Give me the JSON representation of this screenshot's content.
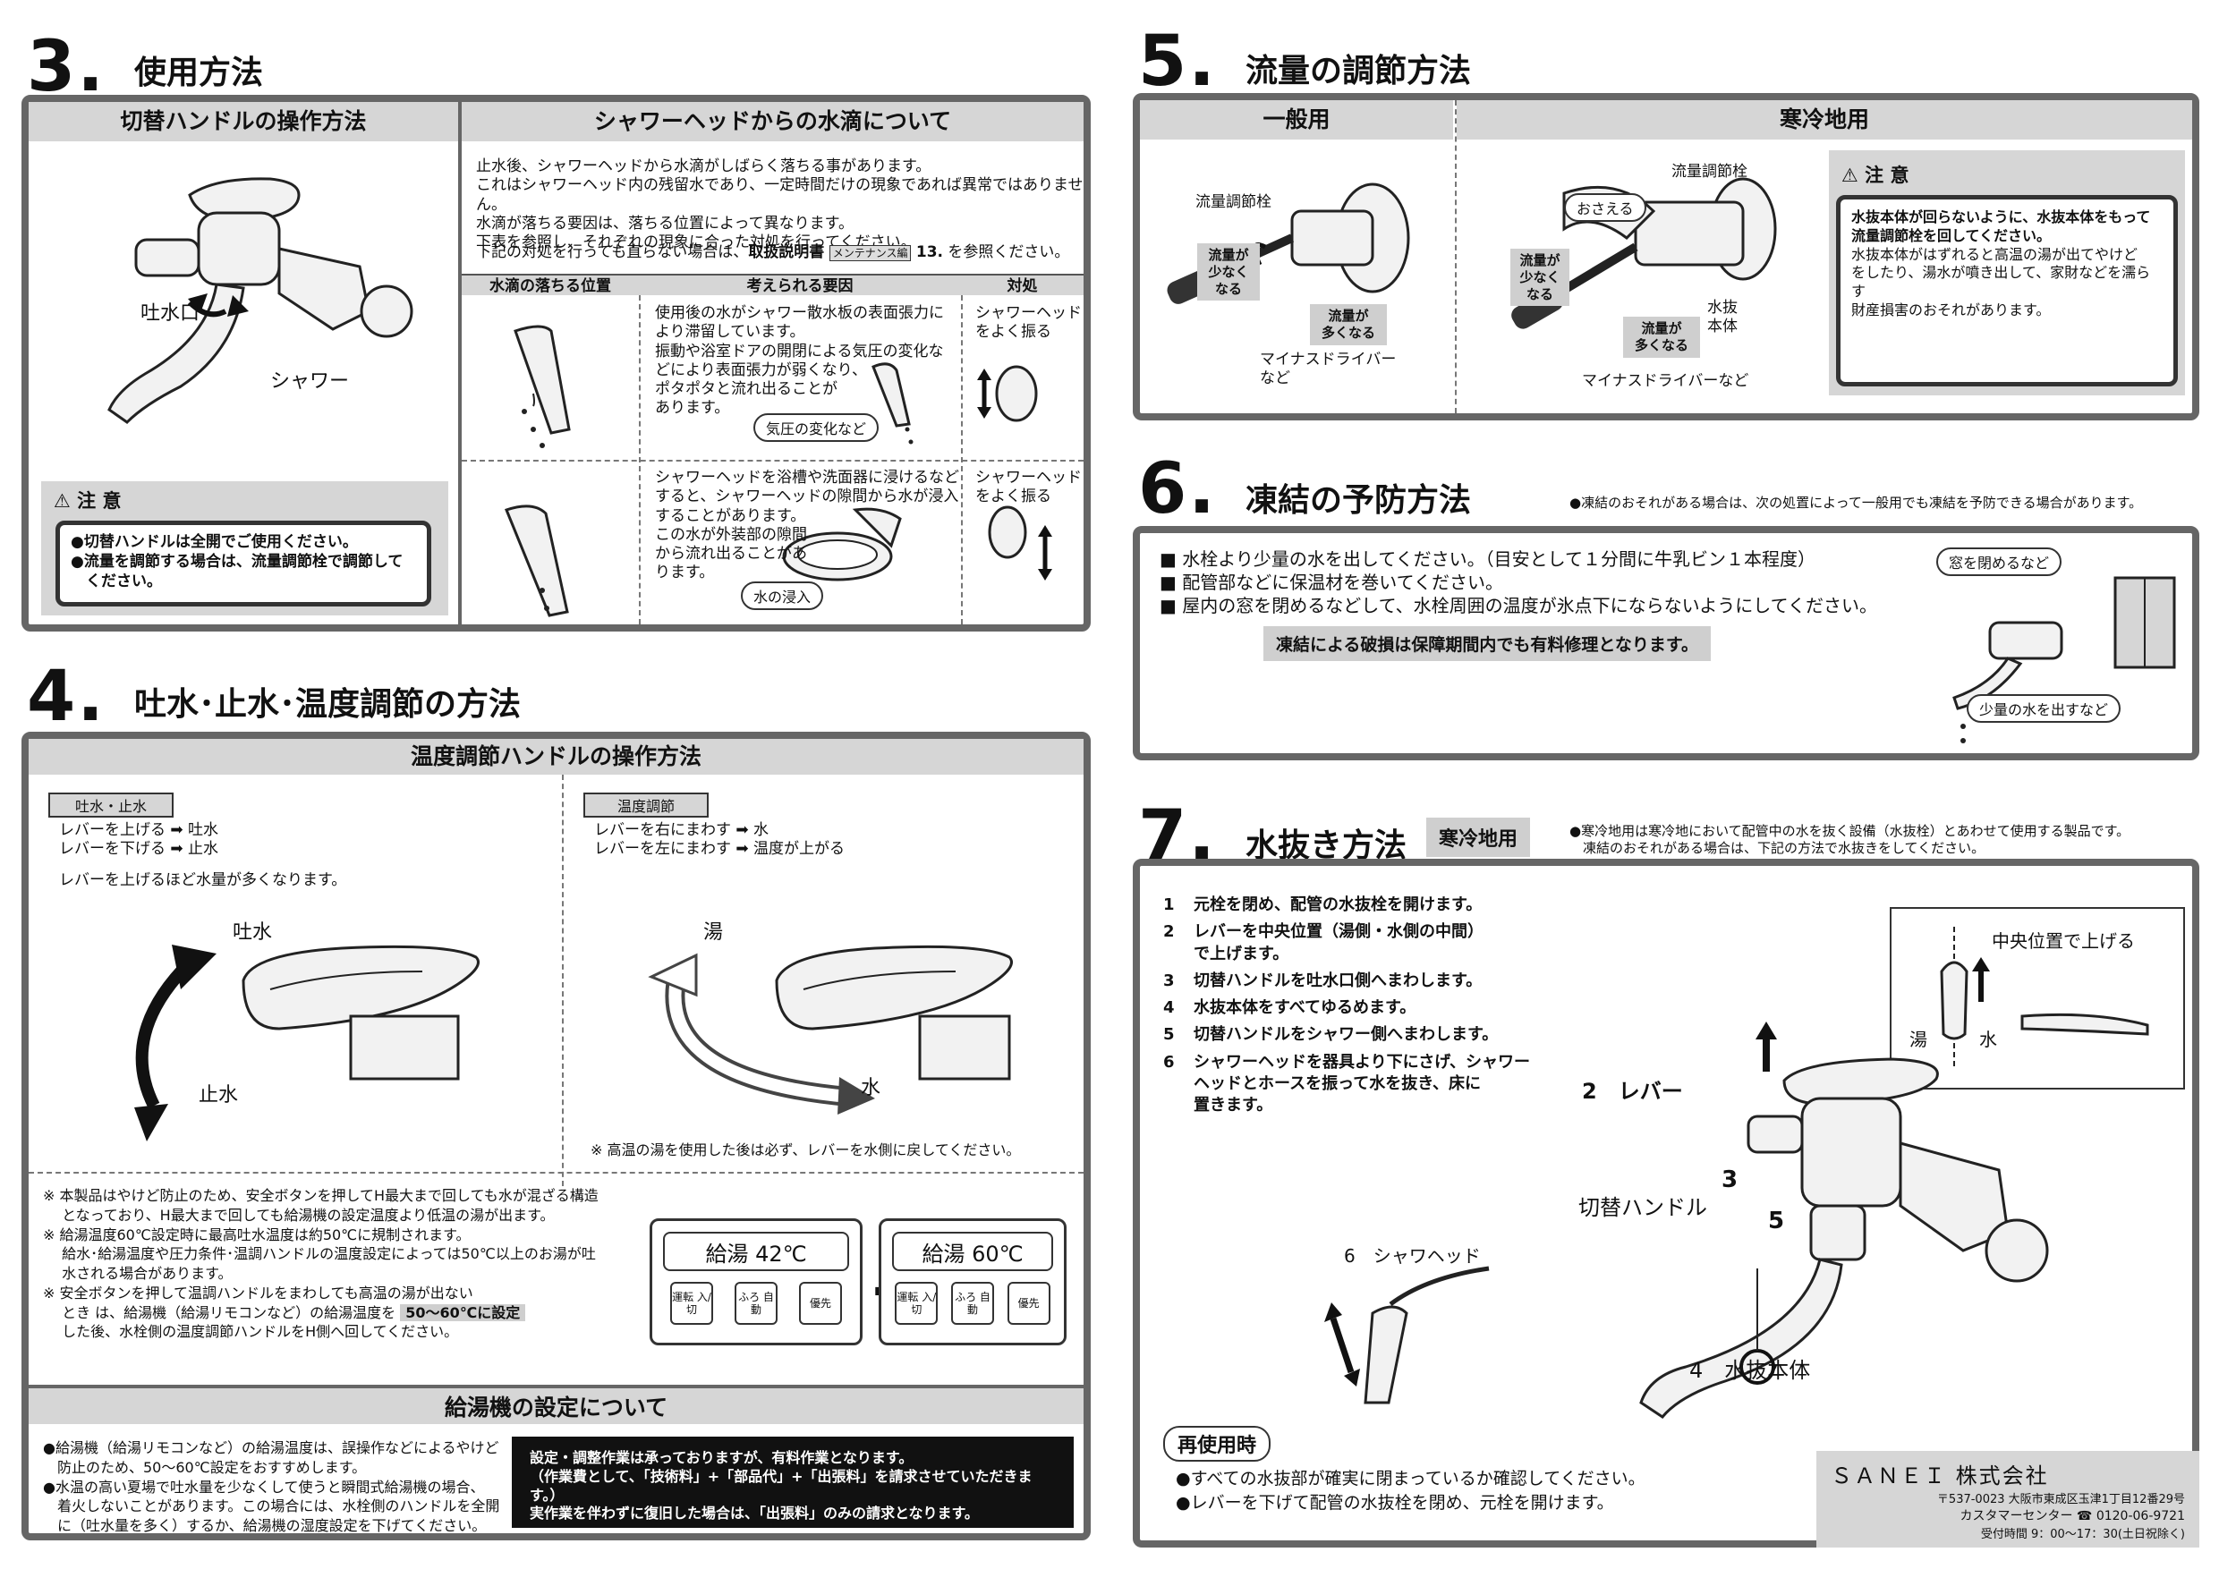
{
  "s3": {
    "num": "3.",
    "title": "使用方法",
    "left_hdr": "切替ハンドルの操作方法",
    "right_hdr": "シャワーヘッドからの水滴について",
    "label_spout": "吐水口",
    "label_shower": "シャワー",
    "caution_title": "注 意",
    "caution_lines": [
      "●切替ハンドルは全開でご使用ください。",
      "●流量を調節する場合は、流量調節栓で調節して",
      "　ください。"
    ],
    "intro": [
      "止水後、シャワーヘッドから水滴がしばらく落ちる事があります。",
      "これはシャワーヘッド内の残留水であり、一定時間だけの現象であれば異常ではありません。",
      "水滴が落ちる要因は、落ちる位置によって異なります。",
      "下表を参照し、それぞれの現象に合った対処を行ってください。"
    ],
    "ref_a": "下記の対処を行っても直らない場合は、",
    "ref_b": "取扱説明書",
    "ref_tag": "メンテナンス編",
    "ref_c": "13.",
    "ref_d": "を参照ください。",
    "col1": "水滴の落ちる位置",
    "col2": "考えられる要因",
    "col3": "対処",
    "row1_cause": [
      "使用後の水がシャワー散水板の表面張力に",
      "より滞留しています。",
      "振動や浴室ドアの開閉による気圧の変化な",
      "どにより表面張力が弱くなり、",
      "ポタポタと流れ出ることが",
      "あります。"
    ],
    "row1_bubble": "気圧の変化など",
    "row1_fix": [
      "シャワーヘッド",
      "をよく振る"
    ],
    "row2_cause": [
      "シャワーヘッドを浴槽や洗面器に浸けるなど",
      "すると、シャワーヘッドの隙間から水が浸入",
      "することがあります。",
      "この水が外装部の隙間",
      "から流れ出ることがあ",
      "ります。"
    ],
    "row2_bubble": "水の浸入",
    "row2_fix": [
      "シャワーヘッド",
      "をよく振る"
    ]
  },
  "s4": {
    "num": "4.",
    "title": "吐水･止水･温度調節の方法",
    "hdr": "温度調節ハンドルの操作方法",
    "tag_left": "吐水・止水",
    "left_lines": [
      "レバーを上げる ➡ 吐水",
      "レバーを下げる ➡ 止水"
    ],
    "left_note": "レバーを上げるほど水量が多くなります。",
    "label_out": "吐水",
    "label_stop": "止水",
    "tag_right": "温度調節",
    "right_lines": [
      "レバーを右にまわす ➡ 水",
      "レバーを左にまわす ➡ 温度が上がる"
    ],
    "label_hot": "湯",
    "label_cold": "水",
    "hot_note": "※ 高温の湯を使用した後は必ず、レバーを水側に戻してください。",
    "notes": [
      "※ 本製品はやけど防止のため、安全ボタンを押してH最大まで回しても水が混ざる構造",
      "　 となっており、H最大まで回しても給湯機の設定温度より低温の湯が出ます。",
      "※ 給湯温度60℃設定時に最高吐水温度は約50℃に規制されます。",
      "　 給水･給湯温度や圧力条件･温調ハンドルの温度設定によっては50℃以上のお湯が吐",
      "　 水される場合があります。",
      "※ 安全ボタンを押して温調ハンドルをまわしても高温の湯が出ない",
      "　 とき は、給湯機（給湯リモコンなど）の給湯温度を"
    ],
    "note_hl": "50～60℃に設定",
    "note_end": "　 した後、水栓側の温度調節ハンドルをH側へ回してください。",
    "remote1_text": "給湯 42℃",
    "remote2_text": "給湯 60℃",
    "btn1": "運転 入/切",
    "btn2": "ふろ 自動",
    "btn3": "優先",
    "heater_hdr": "給湯機の設定について",
    "heater_lines": [
      "●給湯機（給湯リモコンなど）の給湯温度は、誤操作などによるやけど",
      "　防止のため、50～60℃設定をおすすめします。",
      "●水温の高い夏場で吐水量を少なくして使うと瞬間式給湯機の場合、",
      "　着火しないことがあります。この場合には、水栓側のハンドルを全開",
      "　に（吐水量を多く）するか、給湯機の湿度設定を下げてください。"
    ],
    "black_lines": [
      "設定・調整作業は承っておりますが、有料作業となります。",
      "（作業費として、「技術料」+「部品代」+「出張料」を請求させていただきます。）",
      "実作業を伴わずに復旧した場合は、「出張料」のみの請求となります。"
    ]
  },
  "s5": {
    "num": "5.",
    "title": "流量の調節方法",
    "hdr_left": "一般用",
    "hdr_right": "寒冷地用",
    "lbl_valve": "流量調節栓",
    "lbl_less": [
      "流量が",
      "少なく",
      "なる"
    ],
    "lbl_more": [
      "流量が",
      "多くなる"
    ],
    "lbl_driver": [
      "マイナスドライバー",
      "など"
    ],
    "lbl_hold": "おさえる",
    "lbl_drain_body": [
      "水抜",
      "本体"
    ],
    "lbl_driver2": "マイナスドライバーなど",
    "caution_title": "注 意",
    "caution_lines": [
      "水抜本体が回らないように、水抜本体をもって",
      "流量調節栓を回してください。",
      "水抜本体がはずれると高温の湯が出てやけど",
      "をしたり、湯水が噴き出して、家財などを濡らす",
      "財産損害のおそれがあります。"
    ]
  },
  "s6": {
    "num": "6.",
    "title": "凍結の予防方法",
    "side_note": "●凍結のおそれがある場合は、次の処置によって一般用でも凍結を予防できる場合があります。",
    "lines": [
      "■ 水栓より少量の水を出してください。（目安として１分間に牛乳ビン１本程度）",
      "■ 配管部などに保温材を巻いてください。",
      "■ 屋内の窓を閉めるなどして、水栓周囲の温度が氷点下にならないようにしてください。"
    ],
    "pill": "凍結による破損は保障期間内でも有料修理となります。",
    "bubble1": "窓を閉めるなど",
    "bubble2": "少量の水を出すなど"
  },
  "s7": {
    "num": "7.",
    "title": "水抜き方法",
    "tag": "寒冷地用",
    "side_note": [
      "●寒冷地用は寒冷地において配管中の水を抜く設備（水抜栓）とあわせて使用する製品です。",
      "　凍結のおそれがある場合は、下記の方法で水抜きをしてください。"
    ],
    "steps": [
      {
        "n": "1",
        "t": "元栓を閉め、配管の水抜栓を開けます。"
      },
      {
        "n": "2",
        "t": "レバーを中央位置（湯側・水側の中間）"
      },
      {
        "n": "",
        "t": "で上げます。"
      },
      {
        "n": "3",
        "t": "切替ハンドルを吐水口側へまわします。"
      },
      {
        "n": "4",
        "t": "水抜本体をすべてゆるめます。"
      },
      {
        "n": "5",
        "t": "切替ハンドルをシャワー側へまわします。"
      },
      {
        "n": "6",
        "t": "シャワーヘッドを器具より下にさげ、シャワー"
      },
      {
        "n": "",
        "t": "ヘッドとホースを振って水を抜き、床に"
      },
      {
        "n": "",
        "t": "置きます。"
      }
    ],
    "lbl_center": "中央位置で上げる",
    "lbl_hot": "湯",
    "lbl_cold": "水",
    "lbl_lever": "2　レバー",
    "lbl_switch": "切替ハンドル",
    "lbl_3": "3",
    "lbl_5": "5",
    "lbl_head": "6　シャワヘッド",
    "lbl_body": "4　水抜本体",
    "reuse": "再使用時",
    "reuse_lines": [
      "●すべての水抜部が確実に閉まっているか確認してください。",
      "●レバーを下げて配管の水抜栓を閉め、元栓を開けます。"
    ]
  },
  "company": {
    "name": "ＳＡＮＥＩ 株式会社",
    "address": "〒537-0023 大阪市東成区玉津1丁目12番29号",
    "phone": "カスタマーセンター ☎ 0120-06-9721",
    "hours": "受付時間 9：00～17：30(土日祝除く)"
  }
}
